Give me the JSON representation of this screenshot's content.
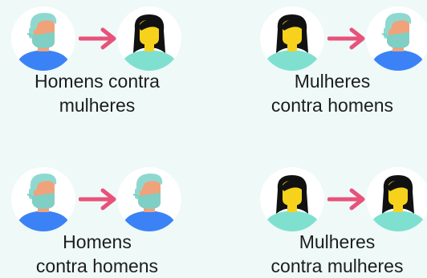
{
  "cards": [
    {
      "line1": "Homens contra",
      "line2": "mulheres",
      "from": "man-icon",
      "to": "woman-icon"
    },
    {
      "line1": "Mulheres",
      "line2": "contra homens",
      "from": "woman-icon",
      "to": "man-icon"
    },
    {
      "line1": "Homens",
      "line2": "contra homens",
      "from": "man-icon",
      "to": "man-icon"
    },
    {
      "line1": "Mulheres",
      "line2": "contra mulheres",
      "from": "woman-icon",
      "to": "woman-icon"
    }
  ],
  "colors": {
    "background": "#eef9f8",
    "arrow": "#e8527a",
    "man_shirt": "#3b82f6",
    "man_hair": "#8fd8cf",
    "man_skin": "#f0a27a",
    "man_mask": "#7fcfc4",
    "woman_shirt": "#7fe0cf",
    "woman_hair": "#111111",
    "woman_skin": "#f7d21c"
  }
}
